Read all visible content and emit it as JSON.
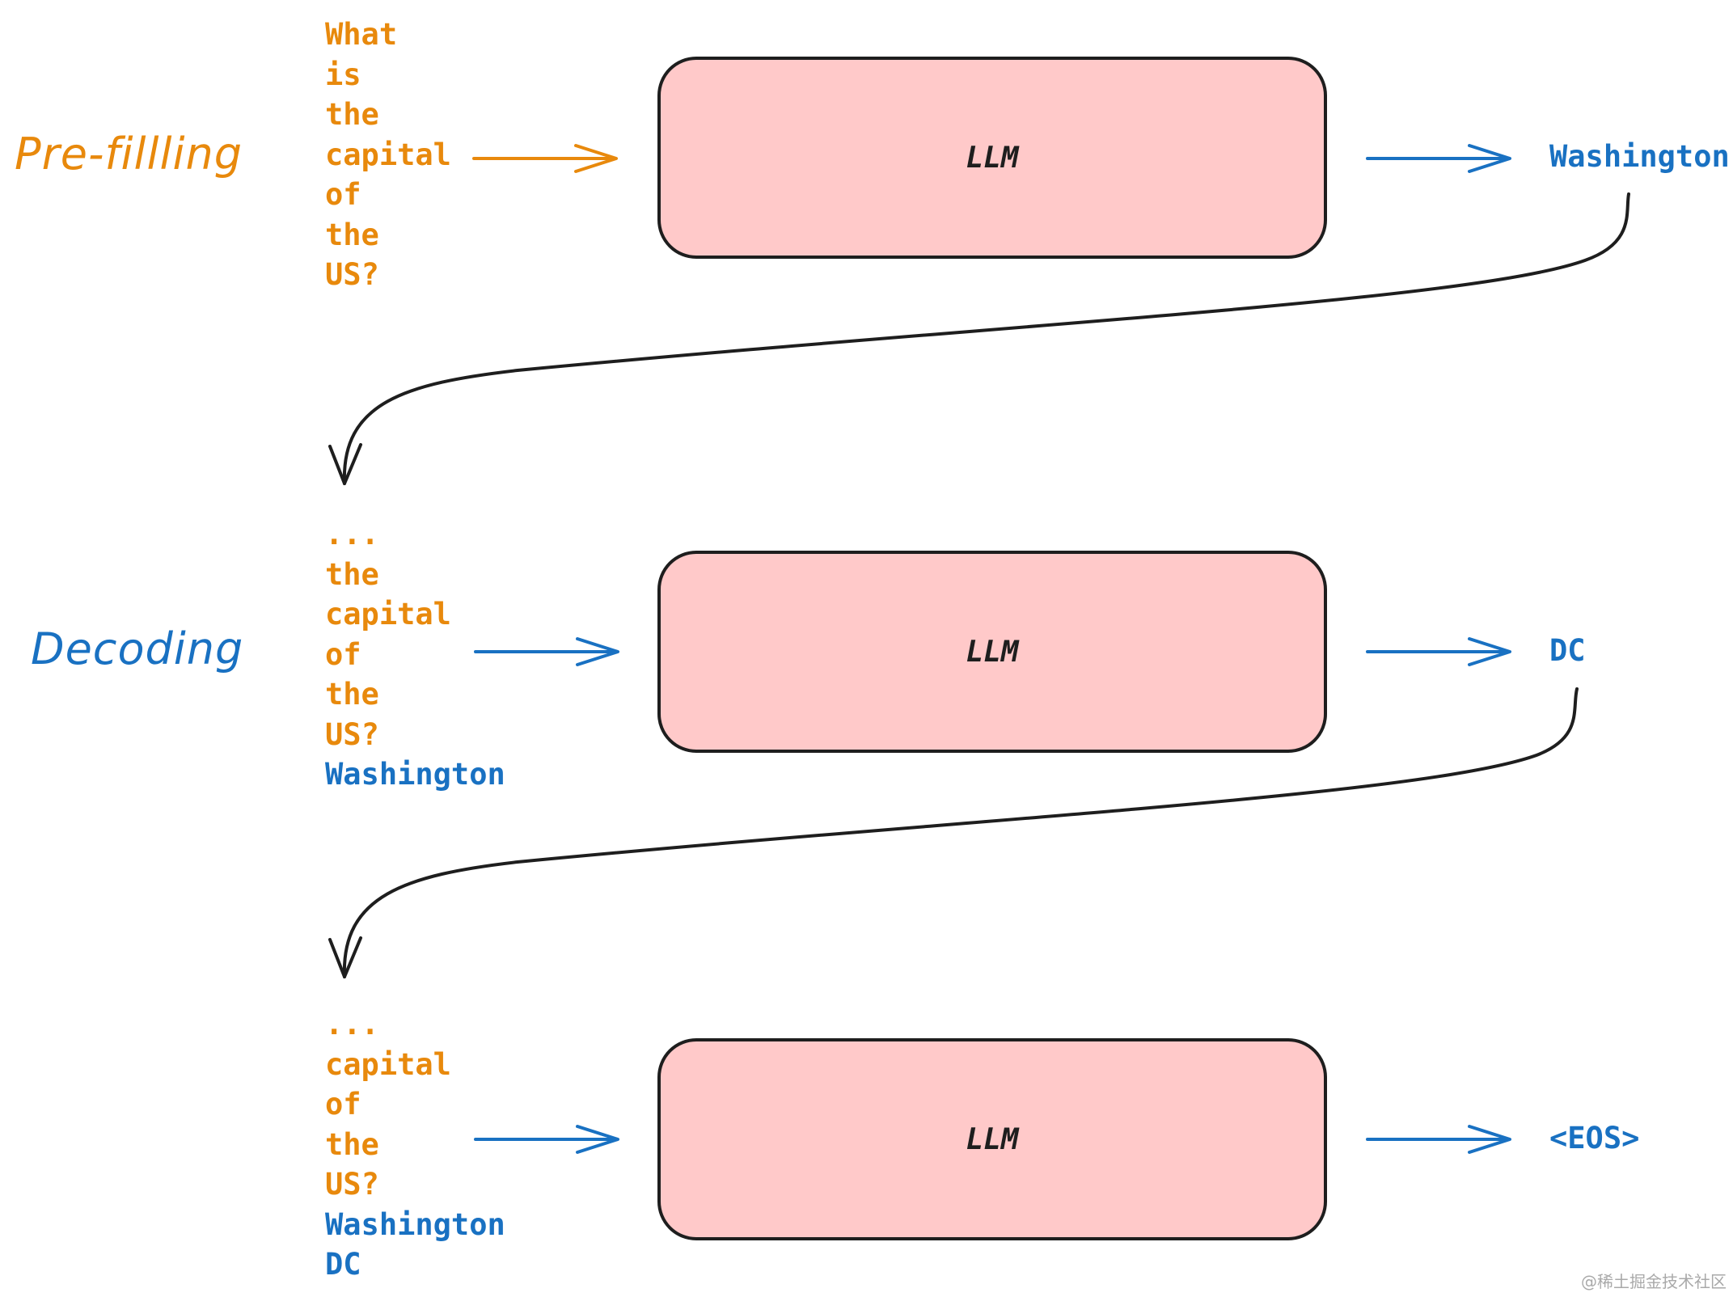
{
  "phases": {
    "prefill": "Pre-fillling",
    "decode": "Decoding"
  },
  "steps": [
    {
      "input_tokens": [
        {
          "text": "What",
          "color": "orange"
        },
        {
          "text": "is",
          "color": "orange"
        },
        {
          "text": "the",
          "color": "orange"
        },
        {
          "text": "capital",
          "color": "orange"
        },
        {
          "text": "of",
          "color": "orange"
        },
        {
          "text": "the",
          "color": "orange"
        },
        {
          "text": "US?",
          "color": "orange"
        }
      ],
      "model_label": "LLM",
      "output_token": "Washington",
      "input_arrow_color": "#e8890c"
    },
    {
      "input_tokens": [
        {
          "text": "...",
          "color": "orange"
        },
        {
          "text": "the",
          "color": "orange"
        },
        {
          "text": "capital",
          "color": "orange"
        },
        {
          "text": "of",
          "color": "orange"
        },
        {
          "text": "the",
          "color": "orange"
        },
        {
          "text": "US?",
          "color": "orange"
        },
        {
          "text": "Washington",
          "color": "blue"
        }
      ],
      "model_label": "LLM",
      "output_token": "DC",
      "input_arrow_color": "#1971c2"
    },
    {
      "input_tokens": [
        {
          "text": "...",
          "color": "orange"
        },
        {
          "text": "capital",
          "color": "orange"
        },
        {
          "text": "of",
          "color": "orange"
        },
        {
          "text": "the",
          "color": "orange"
        },
        {
          "text": "US?",
          "color": "orange"
        },
        {
          "text": "Washington",
          "color": "blue"
        },
        {
          "text": "DC",
          "color": "blue"
        }
      ],
      "model_label": "LLM",
      "output_token": "<EOS>",
      "input_arrow_color": "#1971c2"
    }
  ],
  "colors": {
    "orange": "#e8890c",
    "blue": "#1971c2",
    "box_fill": "#ffc9c9",
    "stroke": "#1e1e1e"
  },
  "watermark": "@稀土掘金技术社区"
}
